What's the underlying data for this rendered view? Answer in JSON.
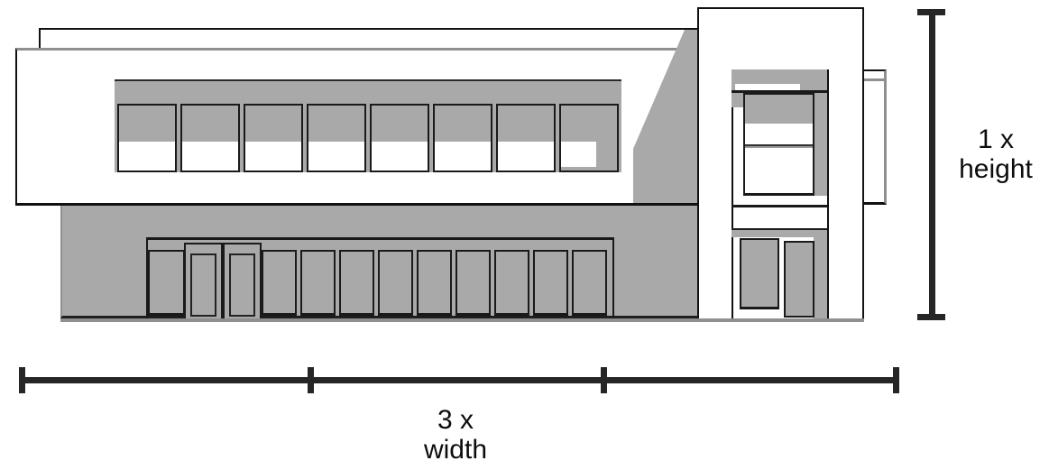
{
  "diagram": {
    "type": "building-front-elevation",
    "labels": {
      "height_line1": "1 x",
      "height_line2": "height",
      "width_line1": "3 x",
      "width_line2": "width"
    },
    "building": {
      "upper_windows": 8,
      "lower_windows": 9,
      "entrance_doors": 2,
      "tower_doors": 2,
      "width_segments": 3
    },
    "colors": {
      "wall": "#a9a9a9",
      "shade": "#8f8f8f",
      "outline": "#1a1a1a",
      "dimension": "#262626",
      "background": "#ffffff"
    }
  }
}
